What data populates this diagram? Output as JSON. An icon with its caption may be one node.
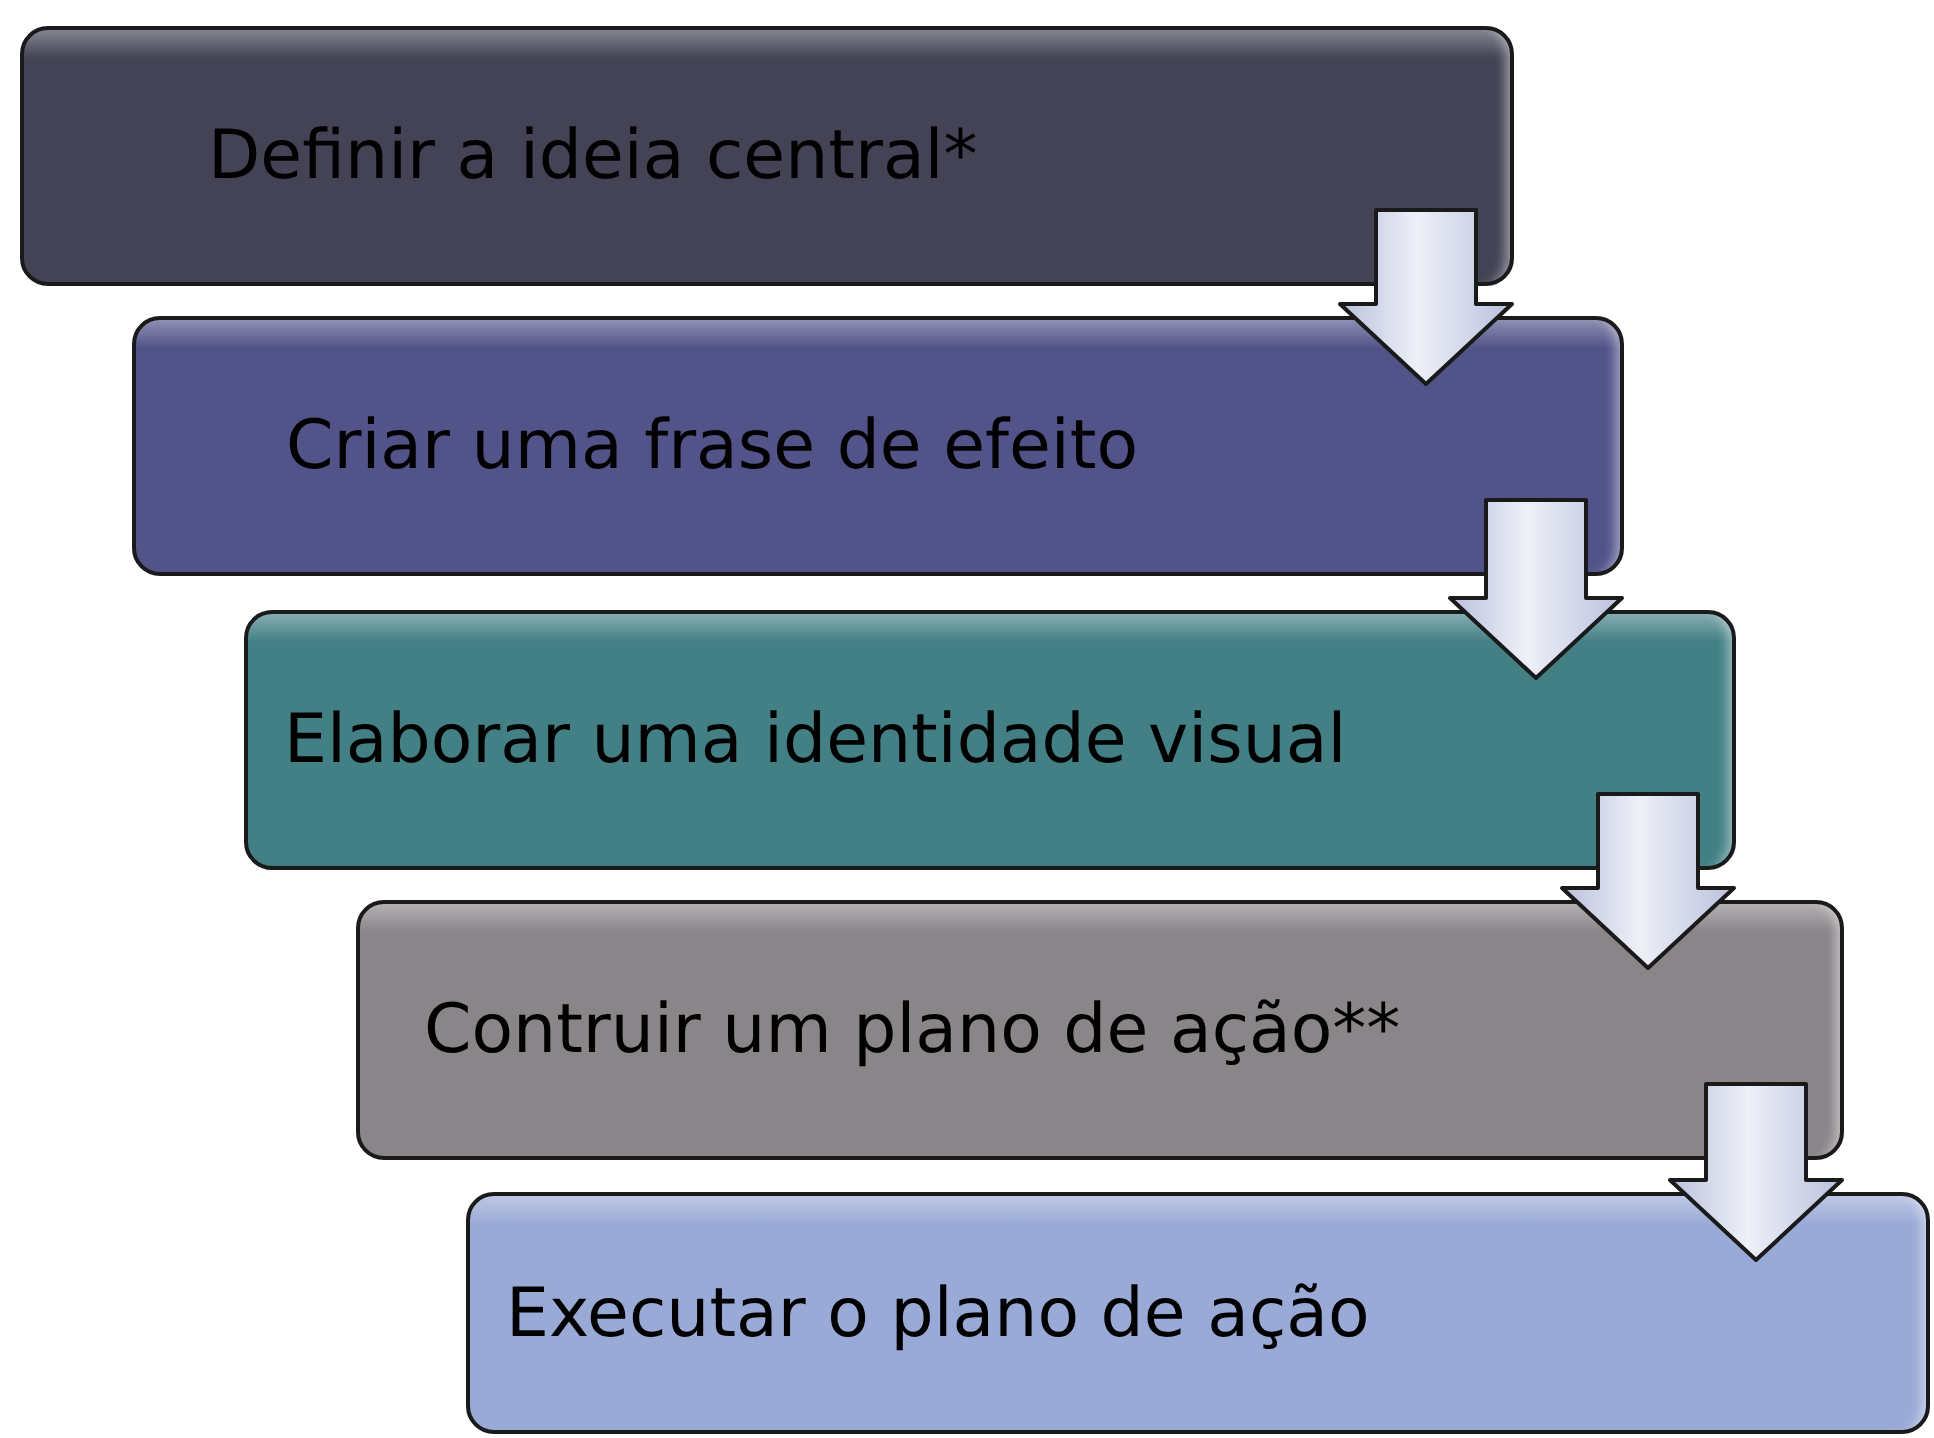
{
  "diagram": {
    "nodes": [
      {
        "text": [
          "Definir a ideia central*"
        ]
      },
      {
        "text": [
          "Criar uma frase de efeito"
        ]
      },
      {
        "text": [
          "Elaborar uma identidade visual"
        ]
      },
      {
        "text": [
          "Contruir um plano de ação**"
        ]
      },
      {
        "text": [
          "Executar o plano de ação"
        ]
      }
    ],
    "edges": [
      {
        "from": 0,
        "to": 1,
        "arrow": "to"
      },
      {
        "from": 1,
        "to": 2,
        "arrow": "to"
      },
      {
        "from": 2,
        "to": 3,
        "arrow": "to"
      },
      {
        "from": 3,
        "to": 4,
        "arrow": "to"
      }
    ]
  }
}
